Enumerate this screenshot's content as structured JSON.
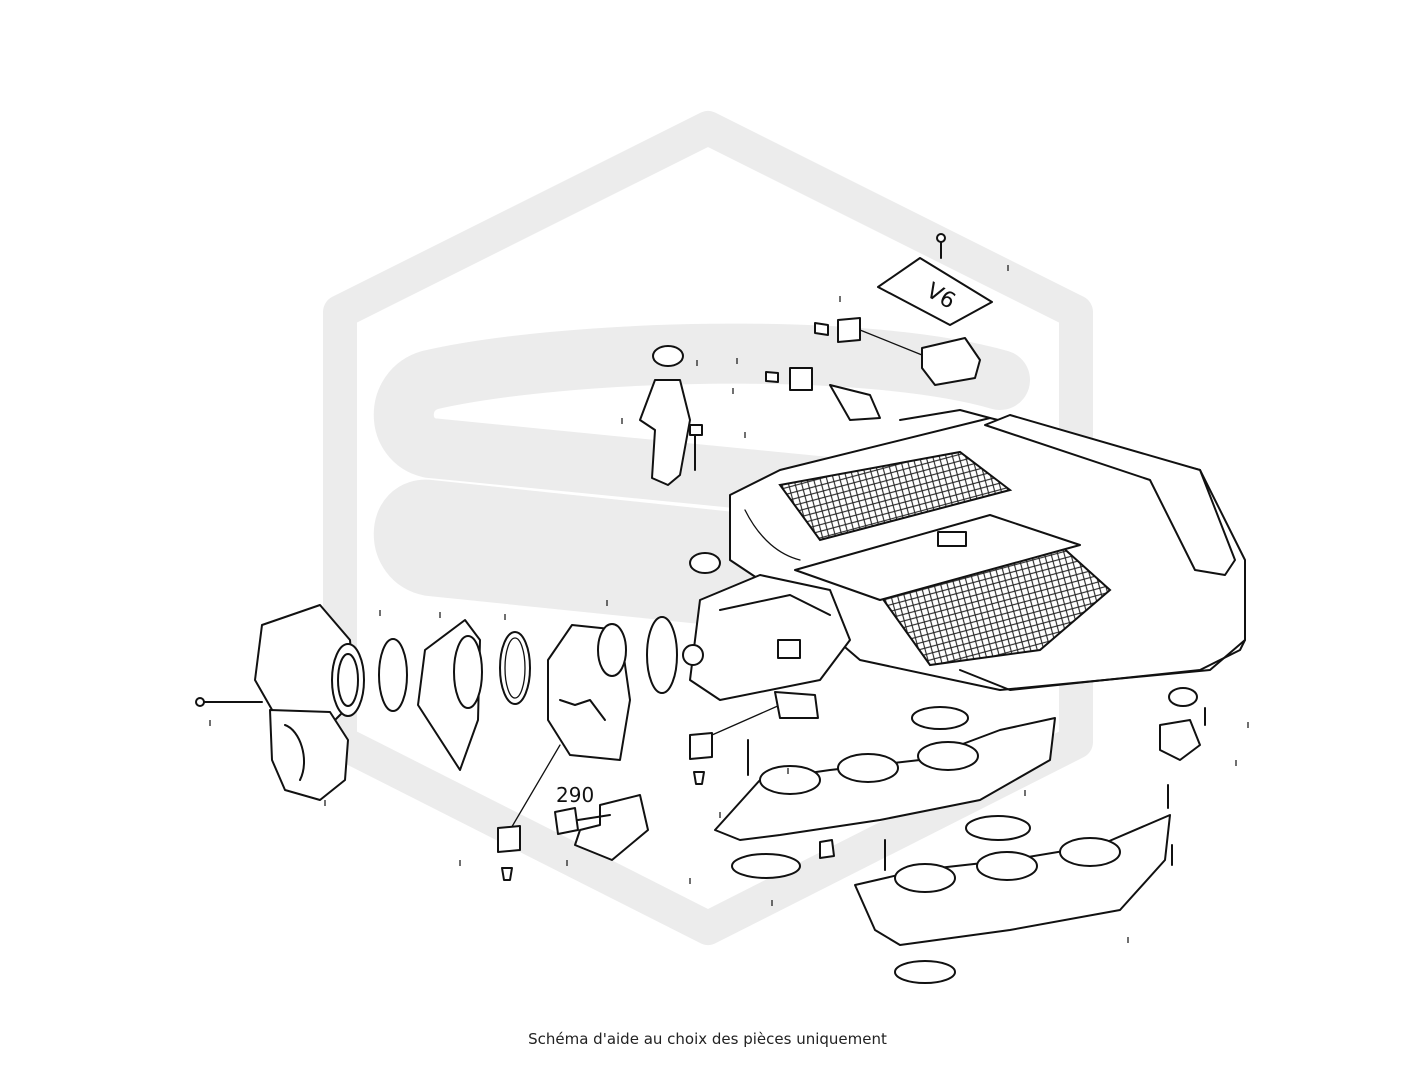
{
  "caption": "Schéma d'aide au choix des pièces uniquement",
  "callouts": [
    {
      "id": "callout-290",
      "label": "290"
    }
  ],
  "watermark": {
    "description": "hexagon-logo-watermark",
    "color": "#ececec"
  },
  "colors": {
    "line": "#111111",
    "background": "#ffffff"
  }
}
